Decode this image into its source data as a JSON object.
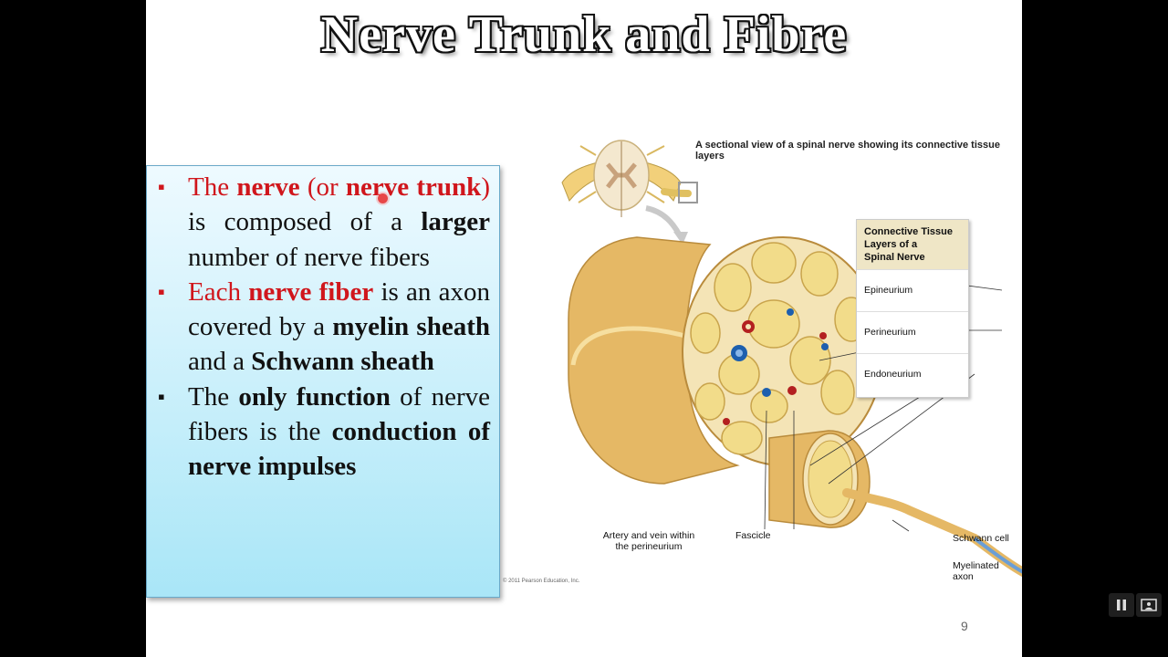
{
  "slide": {
    "title": "Nerve Trunk and Fibre",
    "page_number": "9",
    "bullets": [
      {
        "marker": "▪",
        "marker_color": "#d0161c",
        "segments": [
          {
            "text": "The ",
            "bold": false,
            "red": true
          },
          {
            "text": "nerve",
            "bold": true,
            "red": true
          },
          {
            "text": " (or ",
            "bold": false,
            "red": true
          },
          {
            "text": "nerve trunk",
            "bold": true,
            "red": true
          },
          {
            "text": ") ",
            "bold": false,
            "red": true
          },
          {
            "text": "is composed of a ",
            "bold": false,
            "red": false
          },
          {
            "text": "larger",
            "bold": true,
            "red": false
          },
          {
            "text": " number of nerve fibers",
            "bold": false,
            "red": false
          }
        ]
      },
      {
        "marker": "▪",
        "marker_color": "#d0161c",
        "segments": [
          {
            "text": "Each ",
            "bold": false,
            "red": true
          },
          {
            "text": "nerve fiber",
            "bold": true,
            "red": true
          },
          {
            "text": " is an axon covered by a ",
            "bold": false,
            "red": false
          },
          {
            "text": "myelin sheath",
            "bold": true,
            "red": false
          },
          {
            "text": " and a ",
            "bold": false,
            "red": false
          },
          {
            "text": "Schwann sheath",
            "bold": true,
            "red": false
          }
        ]
      },
      {
        "marker": "▪",
        "marker_color": "#111111",
        "segments": [
          {
            "text": "The ",
            "bold": false,
            "red": false
          },
          {
            "text": "only function",
            "bold": true,
            "red": false
          },
          {
            "text": " of nerve fibers is the ",
            "bold": false,
            "red": false
          },
          {
            "text": "conduction of nerve impulses",
            "bold": true,
            "red": false
          }
        ]
      }
    ]
  },
  "figure": {
    "caption": "A sectional view of a spinal nerve showing its connective tissue layers",
    "legend_title_lines": [
      "Connective Tissue",
      "Layers of a",
      "Spinal Nerve"
    ],
    "legend_items": [
      "Epineurium",
      "Perineurium",
      "Endoneurium"
    ],
    "label_artery_line1": "Artery and vein within",
    "label_artery_line2": "the perineurium",
    "label_fascicle": "Fascicle",
    "label_schwann": "Schwann cell",
    "label_axon": "Myelinated axon",
    "copyright": "© 2011 Pearson Education, Inc."
  },
  "colors": {
    "accent_red": "#d0161c",
    "nerve_tan": "#e9c676",
    "textbox_blue": "#a9e6f7"
  },
  "player_controls": [
    {
      "name": "pause-icon"
    },
    {
      "name": "screen-icon"
    }
  ]
}
